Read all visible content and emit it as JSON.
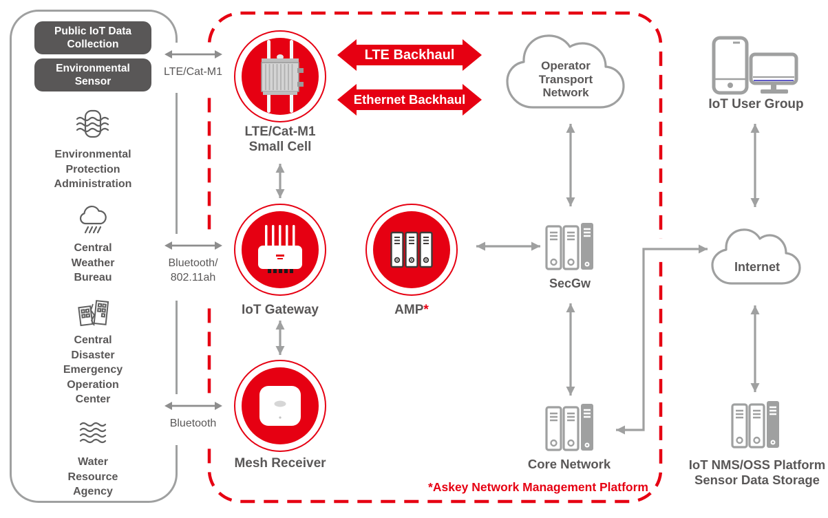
{
  "colors": {
    "accent_red": "#e60012",
    "line_gray": "#9fa0a0",
    "text_gray": "#595757",
    "dark_box_bg": "#595757",
    "monitor_accent": "#5d58c8"
  },
  "left_panel": {
    "boxes": [
      {
        "label": "Public IoT Data\nCollection"
      },
      {
        "label": "Environmental\nSensor"
      }
    ],
    "sources": [
      {
        "icon": "environmental-sensor-icon",
        "label": "Environmental\nProtection\nAdministration"
      },
      {
        "icon": "weather-cloud-rain-icon",
        "label": "Central\nWeather\nBureau"
      },
      {
        "icon": "disaster-buildings-icon",
        "label": "Central\nDisaster\nEmergency\nOperation\nCenter"
      },
      {
        "icon": "water-waves-icon",
        "label": "Water\nResource\nAgency"
      }
    ]
  },
  "links": [
    {
      "label": "LTE/Cat-M1"
    },
    {
      "label": "Bluetooth/\n802.11ah"
    },
    {
      "label": "Bluetooth"
    }
  ],
  "platform": {
    "nodes": {
      "small_cell": {
        "label": "LTE/Cat-M1\nSmall Cell"
      },
      "iot_gateway": {
        "label": "IoT Gateway"
      },
      "mesh_receiver": {
        "label": "Mesh Receiver"
      },
      "amp": {
        "label": "AMP",
        "asterisk": "*"
      }
    },
    "backhaul": [
      {
        "label": "LTE Backhaul"
      },
      {
        "label": "Ethernet Backhaul"
      }
    ],
    "operator_cloud": {
      "label": "Operator\nTransport\nNetwork"
    },
    "secgw": {
      "label": "SecGw"
    },
    "core_network": {
      "label": "Core Network"
    },
    "footnote": "*Askey Network Management Platform"
  },
  "right_side": {
    "user_group": {
      "label": "IoT User Group"
    },
    "internet": {
      "label": "Internet"
    },
    "nms": {
      "label": "IoT NMS/OSS Platform\nSensor Data Storage"
    }
  }
}
